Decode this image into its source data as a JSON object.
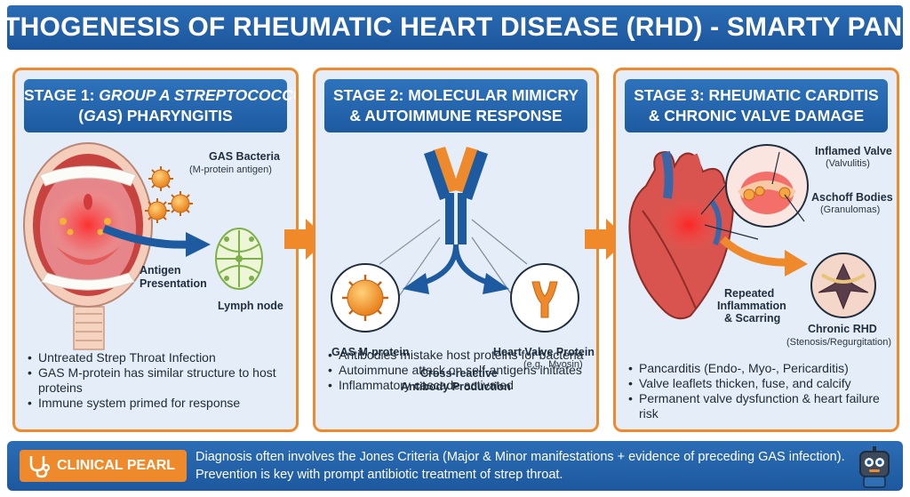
{
  "title": "PATHOGENESIS OF RHEUMATIC HEART DISEASE (RHD) - SMARTY PANCE",
  "colors": {
    "blue": "#1d5aa0",
    "orange": "#ef8a2c",
    "panel_bg": "#e5eef8",
    "red": "#e8333a"
  },
  "stage1": {
    "header_prefix": "STAGE 1: ",
    "header_italic": "GROUP A STREPTOCOCCUS",
    "header_line2_open": "(",
    "header_line2_italic": "GAS",
    "header_line2_close": ") PHARYNGITIS",
    "labels": {
      "gas_bacteria": "GAS Bacteria",
      "gas_bacteria_sub": "(M-protein antigen)",
      "antigen": "Antigen",
      "presentation": "Presentation",
      "lymph_node": "Lymph node"
    },
    "bullets": [
      "Untreated Strep Throat Infection",
      "GAS M-protein has similar structure to host proteins",
      "Immune system primed for response"
    ]
  },
  "stage2": {
    "header_line1": "STAGE 2: MOLECULAR MIMICRY",
    "header_line2": "& AUTOIMMUNE RESPONSE",
    "labels": {
      "gas_mprotein": "GAS M-protein",
      "heart_valve_protein": "Heart Valve Protein",
      "heart_valve_sub": "(e.g., Myosin)",
      "cross_reactive": "Cross-reactive",
      "antibody_production": "Antibody Production"
    },
    "bullets": [
      "Antibodies mistake host proteins for bacteria",
      "Autoimmune attack on self-antigens initiates",
      "Inflammatory cascade activated"
    ]
  },
  "stage3": {
    "header_line1": "STAGE 3: RHEUMATIC CARDITIS",
    "header_line2": "& CHRONIC VALVE DAMAGE",
    "labels": {
      "inflamed_valve": "Inflamed Valve",
      "valvulitis": "(Valvulitis)",
      "aschoff_bodies": "Aschoff Bodies",
      "granulomas": "(Granulomas)",
      "repeated": "Repeated",
      "inflammation": "Inflammation",
      "scarring": "& Scarring",
      "chronic_rhd": "Chronic RHD",
      "stenosis": "(Stenosis/Regurgitation)"
    },
    "bullets": [
      "Pancarditis (Endo-, Myo-, Pericarditis)",
      "Valve leaflets thicken, fuse, and calcify",
      "Permanent valve dysfunction & heart failure risk"
    ]
  },
  "clinical_pearl": {
    "badge": "CLINICAL PEARL",
    "line1": "Diagnosis often involves the Jones Criteria (Major & Minor manifestations + evidence of preceding GAS infection).",
    "line2": "Prevention is key with prompt antibiotic treatment of strep throat."
  }
}
